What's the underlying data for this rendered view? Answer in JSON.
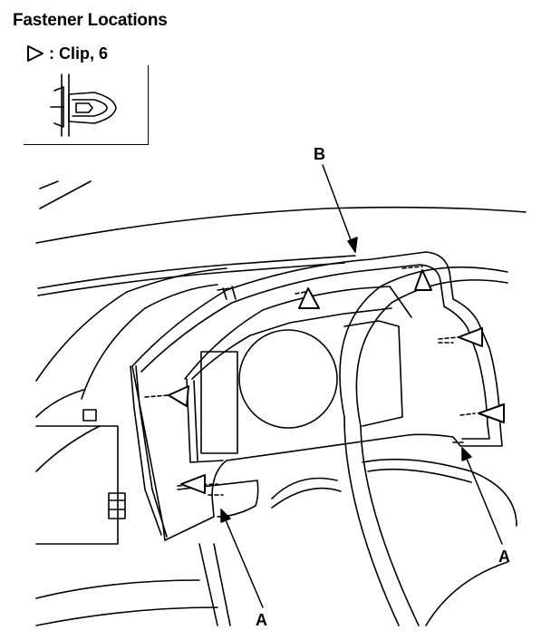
{
  "title": "Fastener Locations",
  "legend": {
    "symbol": "clip-triangle-icon",
    "text": ": Clip, 6"
  },
  "callouts": {
    "b": "B",
    "a_left": "A",
    "a_right": "A"
  },
  "colors": {
    "line": "#000000",
    "background": "#ffffff"
  }
}
